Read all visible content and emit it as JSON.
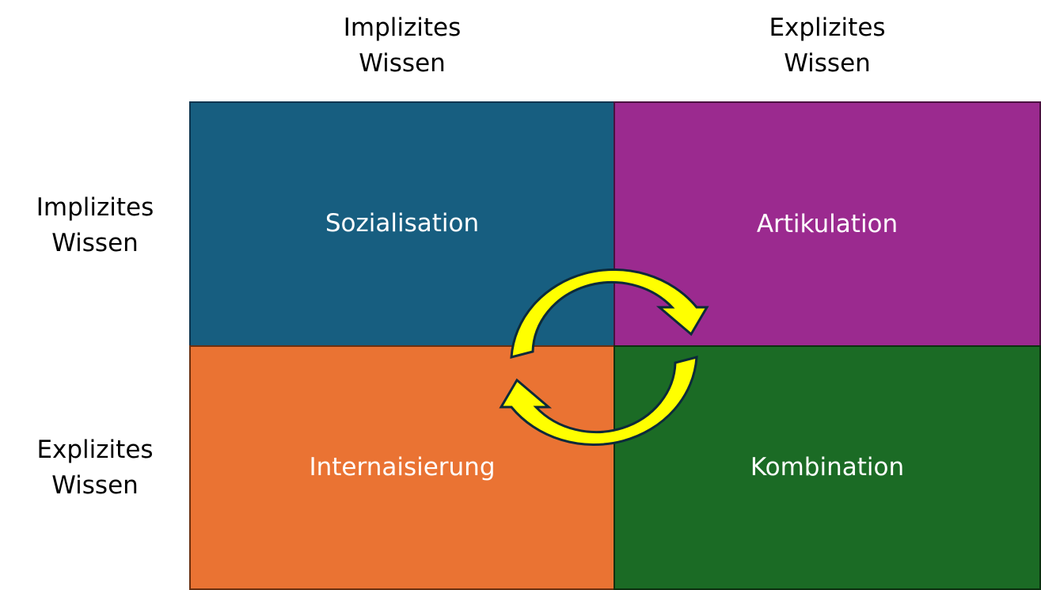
{
  "columns": [
    {
      "label_line1": "Implizites",
      "label_line2": "Wissen"
    },
    {
      "label_line1": "Explizites",
      "label_line2": "Wissen"
    }
  ],
  "rows": [
    {
      "label_line1": "Implizites",
      "label_line2": "Wissen"
    },
    {
      "label_line1": "Explizites",
      "label_line2": "Wissen"
    }
  ],
  "quadrants": [
    {
      "label": "Sozialisation",
      "color": "#175e80"
    },
    {
      "label": "Artikulation",
      "color": "#9b2a8f"
    },
    {
      "label": "Internaisierung",
      "color": "#ea7333"
    },
    {
      "label": "Kombination",
      "color": "#1b6b25"
    }
  ],
  "arrows": {
    "color": "#ffff00",
    "outline": "#0b2a3a",
    "direction": "clockwise"
  }
}
